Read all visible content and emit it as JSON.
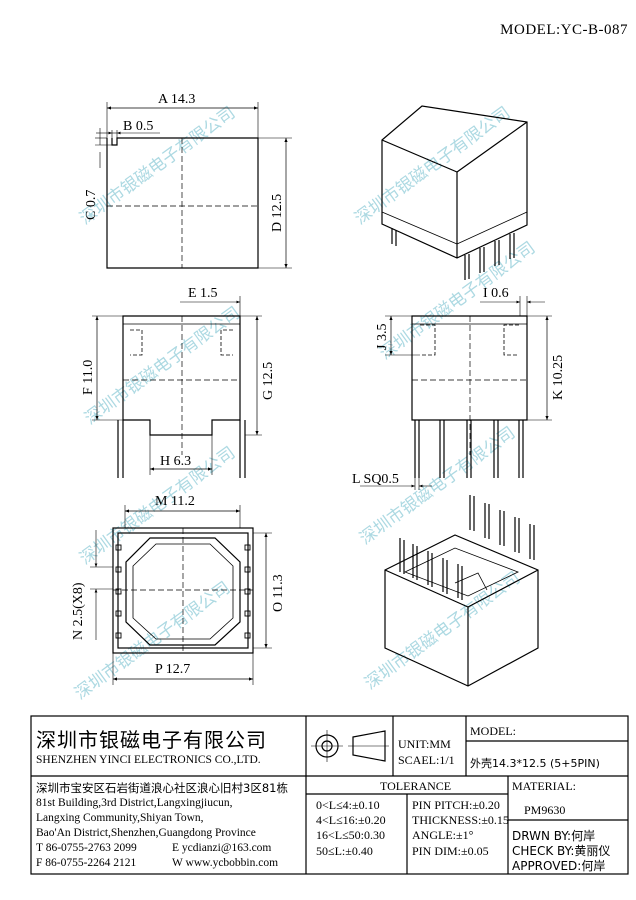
{
  "model_label": "MODEL:YC-B-087",
  "watermark": "深圳市银磁电子有限公司",
  "dimensions": {
    "a": "A 14.3",
    "b": "B 0.5",
    "c": "C 0.7",
    "d": "D 12.5",
    "e": "E 1.5",
    "f": "F 11.0",
    "g": "G 12.5",
    "h": "H 6.3",
    "i": "I 0.6",
    "j": "J 3.5",
    "k": "K 10.25",
    "l": "L SQ0.5",
    "m": "M 11.2",
    "n": "N 2.5(X8)",
    "o": "O 11.3",
    "p": "P 12.7"
  },
  "title_block": {
    "company_cn": "深圳市银磁电子有限公司",
    "company_en": "SHENZHEN YINCI ELECTRONICS CO.,LTD.",
    "address_cn": "深圳市宝安区石岩街道浪心社区浪心旧村3区81栋",
    "address_en_1": "81st Building,3rd District,Langxingjiucun,",
    "address_en_2": "Langxing Community,Shiyan Town,",
    "address_en_3": "Bao'An District,Shenzhen,Guangdong Province",
    "tel": "T 86-0755-2763 2099",
    "email": "E ycdianzi@163.com",
    "fax": "F 86-0755-2264 2121",
    "web": "W www.ycbobbin.com",
    "unit": "UNIT:MM",
    "scale": "SCAEL:1/1",
    "model_header": "MODEL:",
    "model_value": "外壳14.3*12.5 (5+5PIN)",
    "tolerance_header": "TOLERANCE",
    "tolerances": [
      "0<L≤4:±0.10",
      "4<L≤16:±0.20",
      "16<L≤50:0.30",
      "50≤L:±0.40"
    ],
    "pin_specs": [
      "PIN PITCH:±0.20",
      "THICKNESS:±0.15",
      "ANGLE:±1°",
      "PIN DIM:±0.05"
    ],
    "material_header": "MATERIAL:",
    "material_value": "PM9630",
    "drawn_by": "DRWN BY:何岸",
    "check_by": "CHECK BY:黄丽仪",
    "approved": "APPROVED:何岸"
  }
}
